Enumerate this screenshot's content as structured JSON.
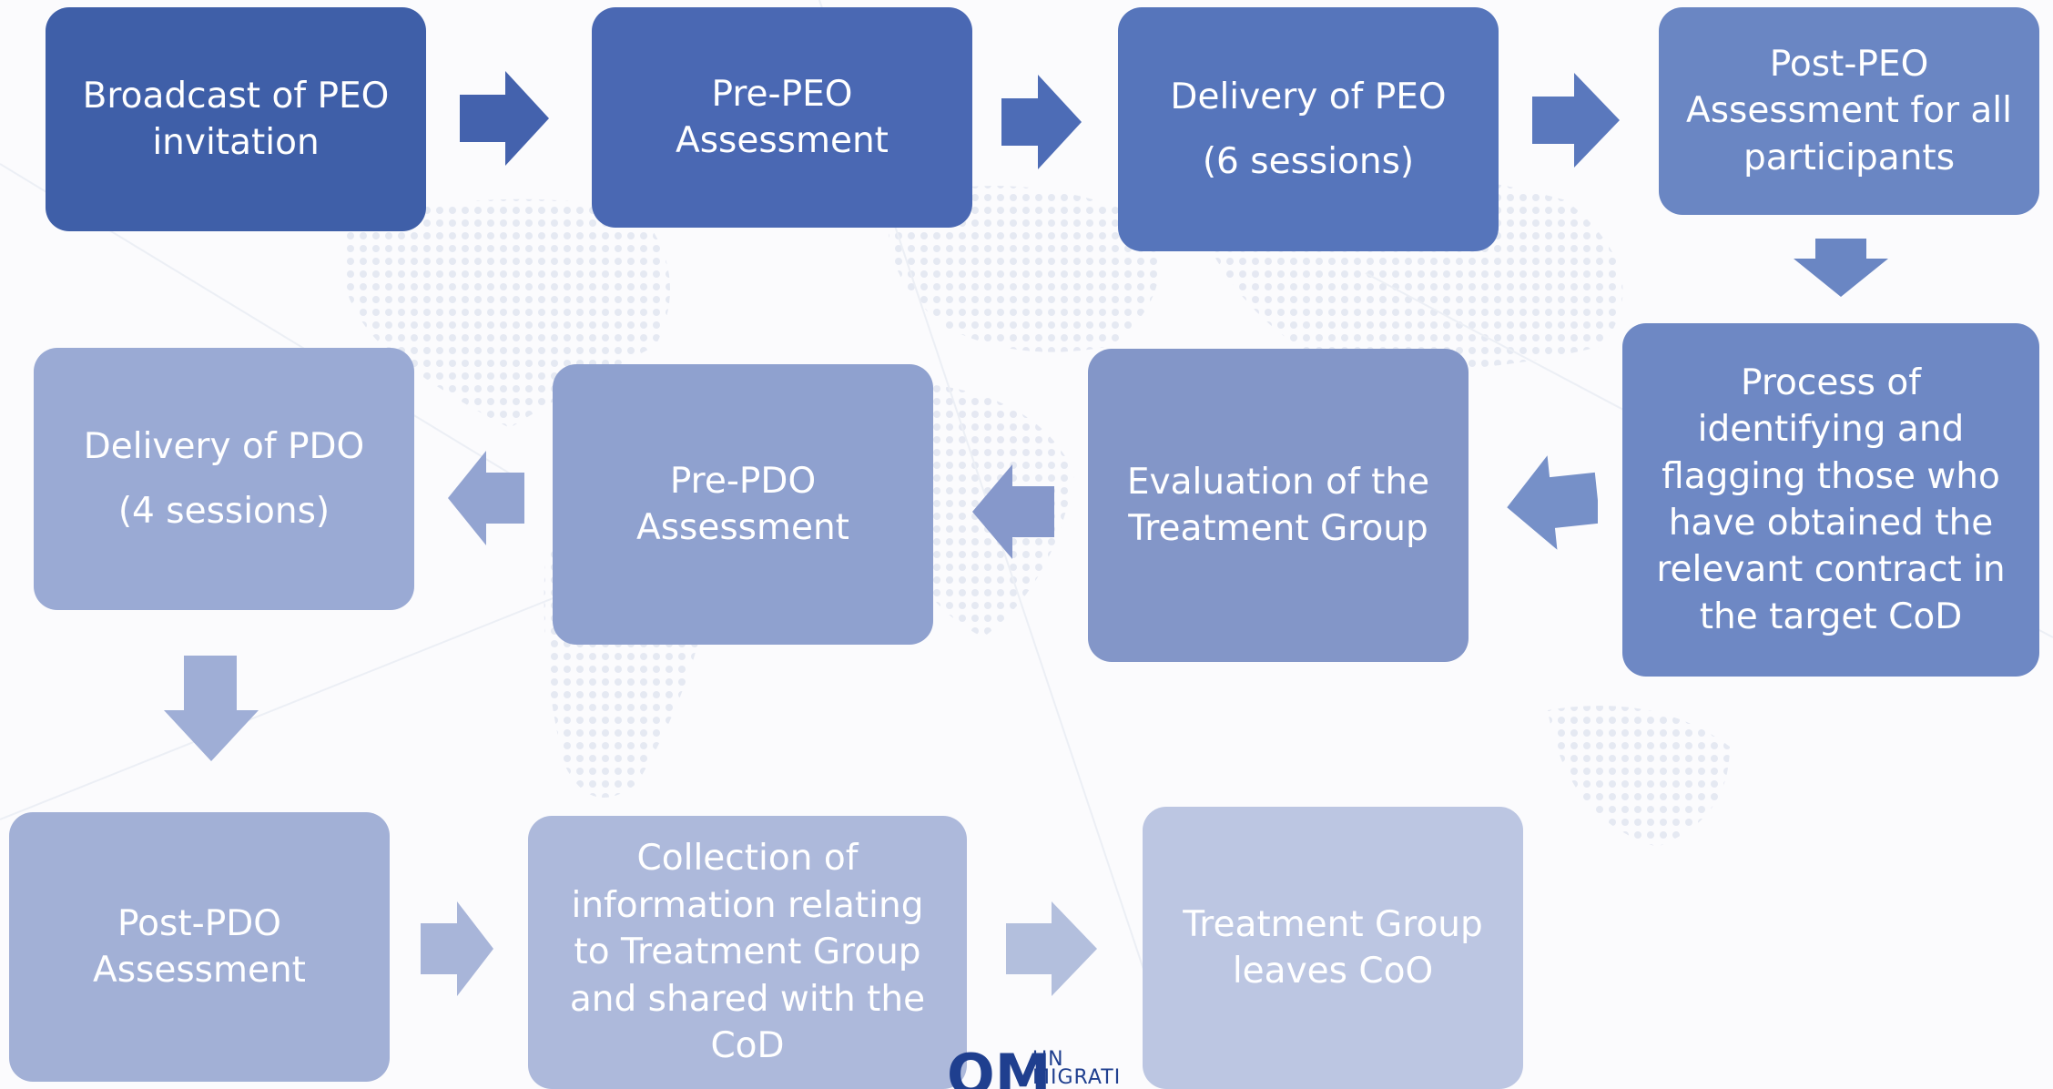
{
  "steps": {
    "broadcast": [
      "Broadcast of PEO",
      "invitation"
    ],
    "pre_peo": [
      "Pre-PEO",
      "Assessment"
    ],
    "delivery_peo": [
      "Delivery of PEO",
      "(6 sessions)"
    ],
    "post_peo": [
      "Post-PEO",
      "Assessment for all",
      "participants"
    ],
    "flagging": [
      "Process of",
      "identifying and",
      "flagging those who",
      "have obtained the",
      "relevant contract in",
      "the target CoD"
    ],
    "evaluation": [
      "Evaluation of the",
      "Treatment Group"
    ],
    "pre_pdo": [
      "Pre-PDO",
      "Assessment"
    ],
    "delivery_pdo": [
      "Delivery of PDO",
      "(4 sessions)"
    ],
    "post_pdo": [
      "Post-PDO",
      "Assessment"
    ],
    "collection": [
      "Collection of",
      "information relating",
      "to Treatment Group",
      "and shared with the",
      "CoD"
    ],
    "leaves": [
      "Treatment Group",
      "leaves CoO"
    ]
  },
  "logo": {
    "mark": "OM",
    "text_line1": "UN",
    "text_line2": "MIGRATI"
  },
  "colors": {
    "row1": [
      "#3f5fa8",
      "#4a68b3",
      "#5675bb",
      "#6a86c3"
    ],
    "flagging": "#6e88c4",
    "evaluation": "#8396c8",
    "pre_pdo": "#8fa1cf",
    "delivery_pdo": "#9aaad4",
    "post_pdo": "#a2b0d6",
    "collection": "#adb9db",
    "leaves": "#bcc6e2"
  }
}
